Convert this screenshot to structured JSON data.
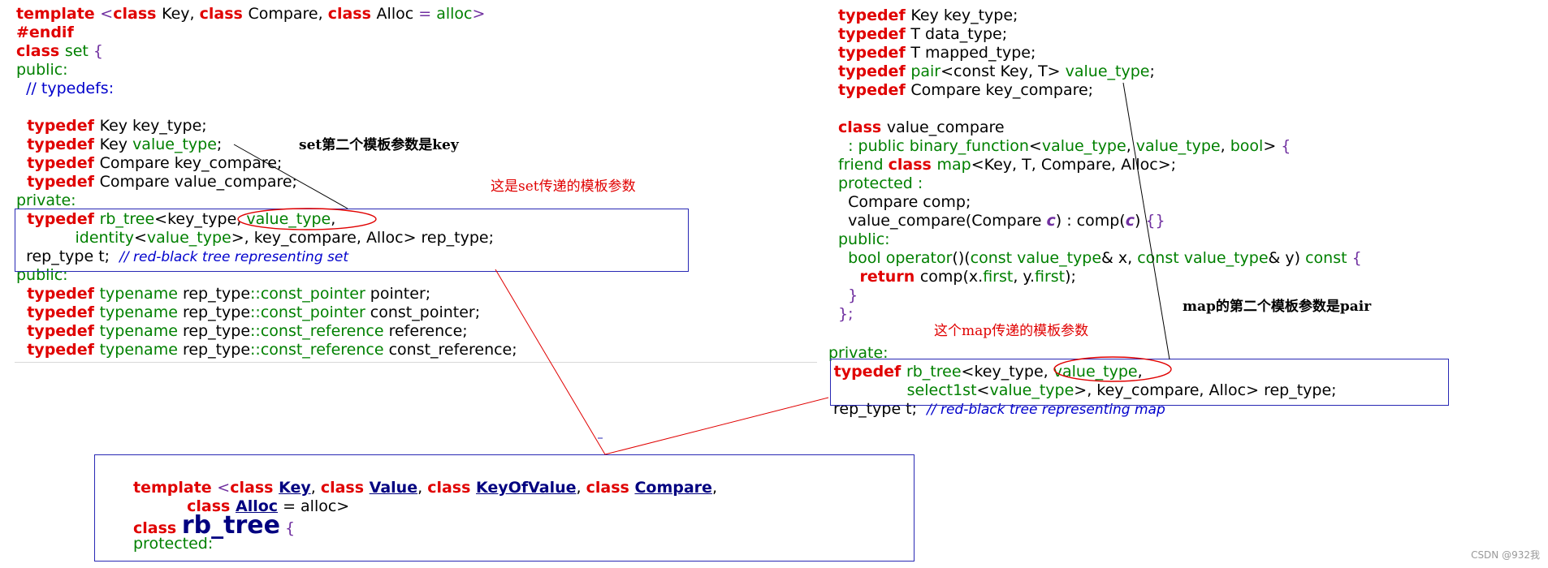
{
  "set_code": [
    [
      [
        "kw",
        "template "
      ],
      [
        "pu",
        "<"
      ],
      [
        "kw",
        "class "
      ],
      [
        "",
        "Key, "
      ],
      [
        "kw",
        "class "
      ],
      [
        "",
        "Compare, "
      ],
      [
        "kw",
        "class "
      ],
      [
        "",
        "Alloc "
      ],
      [
        "pu",
        "= "
      ],
      [
        "tp",
        "alloc"
      ],
      [
        "pu",
        ">"
      ]
    ],
    [
      [
        "kw",
        "#endif"
      ]
    ],
    [
      [
        "kw",
        "class "
      ],
      [
        "tp",
        "set "
      ],
      [
        "pu",
        "{"
      ]
    ],
    [
      [
        "tp",
        "public:"
      ]
    ],
    [
      [
        "cm",
        "  // typedefs:"
      ]
    ],
    [
      [
        "",
        ""
      ]
    ],
    [
      [
        "kw",
        "  typedef "
      ],
      [
        "",
        "Key key_type;"
      ]
    ],
    [
      [
        "kw",
        "  typedef "
      ],
      [
        "",
        "Key "
      ],
      [
        "tp",
        "value_type"
      ],
      [
        "",
        ";"
      ]
    ],
    [
      [
        "kw",
        "  typedef "
      ],
      [
        "",
        "Compare key_compare;"
      ]
    ],
    [
      [
        "kw",
        "  typedef "
      ],
      [
        "",
        "Compare value_compare;"
      ]
    ],
    [
      [
        "tp",
        "private:"
      ]
    ],
    [
      [
        "kw",
        "  typedef "
      ],
      [
        "tp",
        "rb_tree"
      ],
      [
        "",
        "<key_type, "
      ],
      [
        "tp",
        "value_type"
      ],
      [
        "",
        ","
      ]
    ],
    [
      [
        "tp",
        "            identity"
      ],
      [
        "",
        "<"
      ],
      [
        "tp",
        "value_type"
      ],
      [
        "",
        ">, key_compare, Alloc> rep_type;"
      ]
    ],
    [
      [
        "",
        "  rep_type t;  "
      ],
      [
        "ci",
        "// red-black tree representing set"
      ]
    ],
    [
      [
        "tp",
        "public:"
      ]
    ],
    [
      [
        "kw",
        "  typedef "
      ],
      [
        "tp",
        "typename "
      ],
      [
        "",
        "rep_type"
      ],
      [
        "tp",
        "::const_pointer "
      ],
      [
        "",
        "pointer;"
      ]
    ],
    [
      [
        "kw",
        "  typedef "
      ],
      [
        "tp",
        "typename "
      ],
      [
        "",
        "rep_type"
      ],
      [
        "tp",
        "::const_pointer "
      ],
      [
        "",
        "const_pointer;"
      ]
    ],
    [
      [
        "kw",
        "  typedef "
      ],
      [
        "tp",
        "typename "
      ],
      [
        "",
        "rep_type"
      ],
      [
        "tp",
        "::const_reference "
      ],
      [
        "",
        "reference;"
      ]
    ],
    [
      [
        "kw",
        "  typedef "
      ],
      [
        "tp",
        "typename "
      ],
      [
        "",
        "rep_type"
      ],
      [
        "tp",
        "::const_reference "
      ],
      [
        "",
        "const_reference;"
      ]
    ]
  ],
  "map_code": [
    [
      [
        "kw",
        "typedef "
      ],
      [
        "",
        "Key key_type;"
      ]
    ],
    [
      [
        "kw",
        "typedef "
      ],
      [
        "",
        "T data_type;"
      ]
    ],
    [
      [
        "kw",
        "typedef "
      ],
      [
        "",
        "T mapped_type;"
      ]
    ],
    [
      [
        "kw",
        "typedef "
      ],
      [
        "tp",
        "pair"
      ],
      [
        "",
        "<const Key, T> "
      ],
      [
        "tp",
        "value_type"
      ],
      [
        "",
        ";"
      ]
    ],
    [
      [
        "kw",
        "typedef "
      ],
      [
        "",
        "Compare key_compare;"
      ]
    ],
    [
      [
        "",
        ""
      ]
    ],
    [
      [
        "kw",
        "class "
      ],
      [
        "",
        "value_compare"
      ]
    ],
    [
      [
        "tp",
        "  : public binary_function"
      ],
      [
        "",
        "<"
      ],
      [
        "tp",
        "value_type"
      ],
      [
        "",
        ", "
      ],
      [
        "tp",
        "value_type"
      ],
      [
        "",
        ", "
      ],
      [
        "tp",
        "bool"
      ],
      [
        "",
        "> "
      ],
      [
        "pu",
        "{"
      ]
    ],
    [
      [
        "tp",
        "friend "
      ],
      [
        "kw",
        "class "
      ],
      [
        "tp",
        "map"
      ],
      [
        "",
        "<Key, T, Compare, Alloc>;"
      ]
    ],
    [
      [
        "tp",
        "protected :"
      ]
    ],
    [
      [
        "",
        "  Compare comp;"
      ]
    ],
    [
      [
        "",
        "  value_compare(Compare "
      ],
      [
        "pa",
        "c"
      ],
      [
        "",
        ") : comp("
      ],
      [
        "pa",
        "c"
      ],
      [
        "",
        ") "
      ],
      [
        "pu",
        "{}"
      ]
    ],
    [
      [
        "tp",
        "public:"
      ]
    ],
    [
      [
        "tp",
        "  bool operator"
      ],
      [
        "",
        "()("
      ],
      [
        "tp",
        "const value_type"
      ],
      [
        "",
        "& x, "
      ],
      [
        "tp",
        "const value_type"
      ],
      [
        "",
        "& y) "
      ],
      [
        "tp",
        "const "
      ],
      [
        "pu",
        "{"
      ]
    ],
    [
      [
        "kw",
        "    return "
      ],
      [
        "",
        "comp(x."
      ],
      [
        "tp",
        "first"
      ],
      [
        "",
        ", y."
      ],
      [
        "tp",
        "first"
      ],
      [
        "",
        ");"
      ]
    ],
    [
      [
        "pu",
        "  }"
      ]
    ],
    [
      [
        "pu",
        "};"
      ]
    ]
  ],
  "map_private": [
    [
      [
        "tp",
        "private:"
      ]
    ],
    [
      [
        "kw",
        " typedef "
      ],
      [
        "tp",
        "rb_tree"
      ],
      [
        "",
        "<key_type, "
      ],
      [
        "tp",
        "value_type"
      ],
      [
        "",
        ","
      ]
    ],
    [
      [
        "tp",
        "                select1st"
      ],
      [
        "",
        "<"
      ],
      [
        "tp",
        "value_type"
      ],
      [
        "",
        ">, key_compare, Alloc> rep_type;"
      ]
    ],
    [
      [
        "",
        " rep_type t;  "
      ],
      [
        "ci",
        "// red-black tree representing map"
      ]
    ]
  ],
  "rb_code": [
    [
      [
        "kw",
        "template "
      ],
      [
        "pu",
        "<"
      ],
      [
        "kw",
        "class "
      ],
      [
        "ul",
        "Key"
      ],
      [
        "",
        ", "
      ],
      [
        "kw",
        "class "
      ],
      [
        "ul",
        "Value"
      ],
      [
        "",
        ", "
      ],
      [
        "kw",
        "class "
      ],
      [
        "ul",
        "KeyOfValue"
      ],
      [
        "",
        ", "
      ],
      [
        "kw",
        "class "
      ],
      [
        "ul",
        "Compare"
      ],
      [
        "",
        ","
      ]
    ],
    [
      [
        "kw",
        "          class "
      ],
      [
        "ul",
        "Alloc"
      ],
      [
        "",
        " = alloc>"
      ]
    ],
    [
      [
        "kw",
        "class "
      ],
      [
        "big",
        "rb_tree"
      ],
      [
        "pu",
        " {"
      ]
    ],
    [
      [
        "tp",
        "protected:"
      ]
    ]
  ],
  "annotations": {
    "set_second_param": "set第二个模板参数是key",
    "set_passed_param": "这是set传递的模板参数",
    "map_second_param": "map的第二个模板参数是pair",
    "map_passed_param": "这个map传递的模板参数"
  },
  "watermark": "CSDN @932我",
  "colors": {
    "keyword": "#e00000",
    "type": "#008000",
    "comment": "#0000cc",
    "box": "#2828b4",
    "arrow": "#e00000"
  }
}
